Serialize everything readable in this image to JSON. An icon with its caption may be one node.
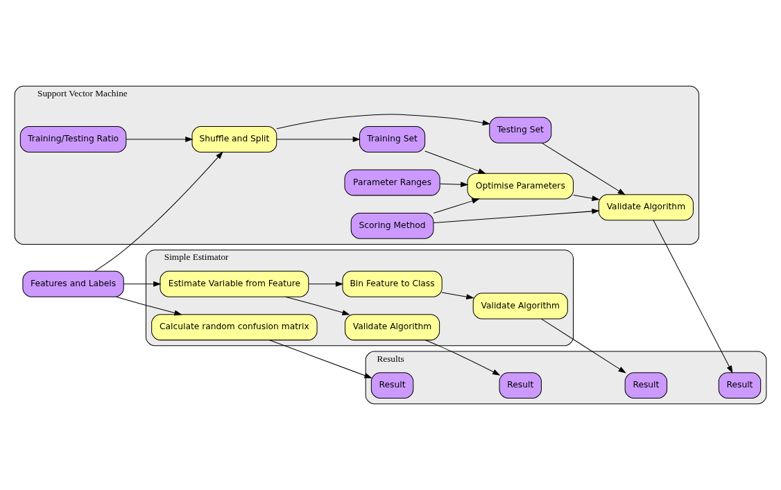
{
  "diagram": {
    "nodes": [
      {
        "text": [
          "Features and Labels"
        ]
      },
      {
        "text": [
          "Support Vector Machine"
        ]
      },
      {
        "text": [
          "Training/Testing Ratio"
        ],
        "in": 1
      },
      {
        "text": [
          "Parameter Ranges"
        ],
        "in": 1
      },
      {
        "text": [
          "Scoring Method"
        ],
        "in": 1
      },
      {
        "text": [
          "Shuffle and Split"
        ],
        "in": 1
      },
      {
        "text": [
          "Training Set"
        ],
        "in": 1
      },
      {
        "text": [
          "Optimise Parameters"
        ],
        "in": 1
      },
      {
        "text": [
          "Validate Algorithm"
        ],
        "in": 1
      },
      {
        "text": [
          "Testing Set"
        ],
        "in": 1
      },
      {
        "text": [
          "Results"
        ]
      },
      {
        "text": [
          "Result"
        ],
        "in": 10
      },
      {
        "text": [
          "Simple Estimator"
        ]
      },
      {
        "text": [
          "Bin Feature to Class"
        ],
        "in": 12
      },
      {
        "text": [
          "Validate Algorithm"
        ],
        "in": 12
      },
      {
        "text": [
          "Estimate Variable from Feature"
        ],
        "in": 12
      },
      {
        "text": [
          "Validate Algorithm"
        ],
        "in": 12
      },
      {
        "text": [
          "Calculate random confusion matrix"
        ],
        "in": 12
      },
      {
        "text": [
          "Result"
        ],
        "in": 10
      },
      {
        "text": [
          "Result"
        ],
        "in": 10
      },
      {
        "text": [
          "Result"
        ],
        "in": 10
      }
    ],
    "edges": [
      {
        "from": 0,
        "to": 5,
        "arrow": "to"
      },
      {
        "from": 2,
        "to": 5,
        "arrow": "to"
      },
      {
        "from": 5,
        "to": 6,
        "arrow": "to"
      },
      {
        "from": 5,
        "to": 9,
        "arrow": "to"
      },
      {
        "from": 6,
        "to": 7,
        "arrow": "to"
      },
      {
        "from": 3,
        "to": 7,
        "arrow": "to"
      },
      {
        "from": 4,
        "to": 7,
        "arrow": "to"
      },
      {
        "from": 4,
        "to": 8,
        "arrow": "to"
      },
      {
        "from": 7,
        "to": 8,
        "arrow": "to"
      },
      {
        "from": 9,
        "to": 8,
        "arrow": "to"
      },
      {
        "from": 8,
        "to": 11,
        "arrow": "to"
      },
      {
        "from": 0,
        "to": 15,
        "arrow": "to"
      },
      {
        "from": 0,
        "to": 17,
        "arrow": "to"
      },
      {
        "from": 15,
        "to": 13,
        "arrow": "to"
      },
      {
        "from": 13,
        "to": 14,
        "arrow": "to"
      },
      {
        "from": 14,
        "to": 18,
        "arrow": "to"
      },
      {
        "from": 15,
        "to": 16,
        "arrow": "to"
      },
      {
        "from": 16,
        "to": 19,
        "arrow": "to"
      },
      {
        "from": 17,
        "to": 20,
        "arrow": "to"
      }
    ]
  }
}
